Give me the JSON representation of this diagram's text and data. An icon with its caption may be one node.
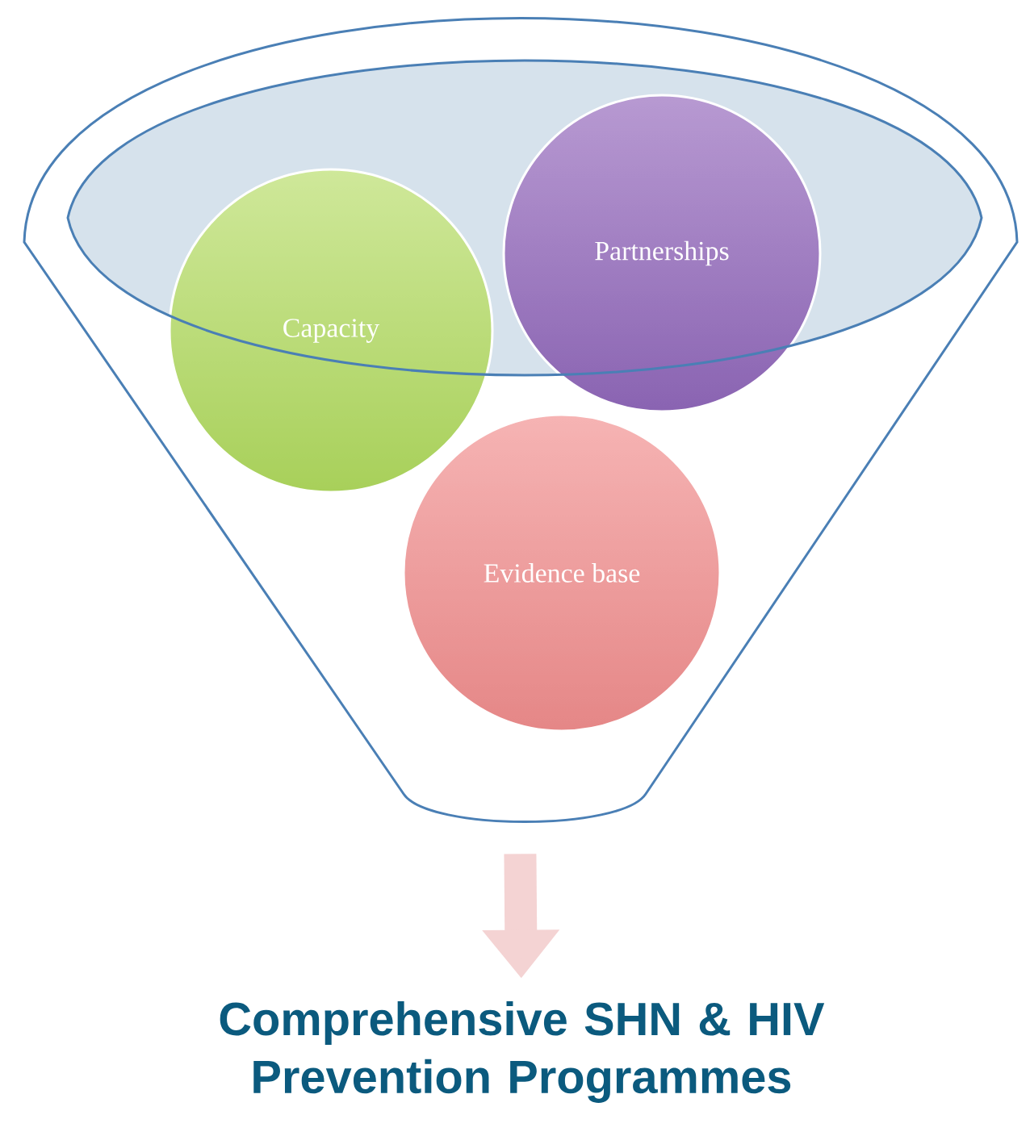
{
  "diagram": {
    "nodes": [
      {
        "text": [],
        "shape": "funnel"
      },
      {
        "text": [
          "Capacity"
        ],
        "in": 0
      },
      {
        "text": [
          "Partnerships"
        ],
        "in": 0
      },
      {
        "text": [
          "Evidence base"
        ],
        "in": 0
      },
      {
        "text": [
          "Comprehensive SHN & HIV Prevention Programmes"
        ]
      }
    ],
    "edges": [
      {
        "from": 0,
        "to": 4,
        "arrow": "to"
      }
    ]
  }
}
